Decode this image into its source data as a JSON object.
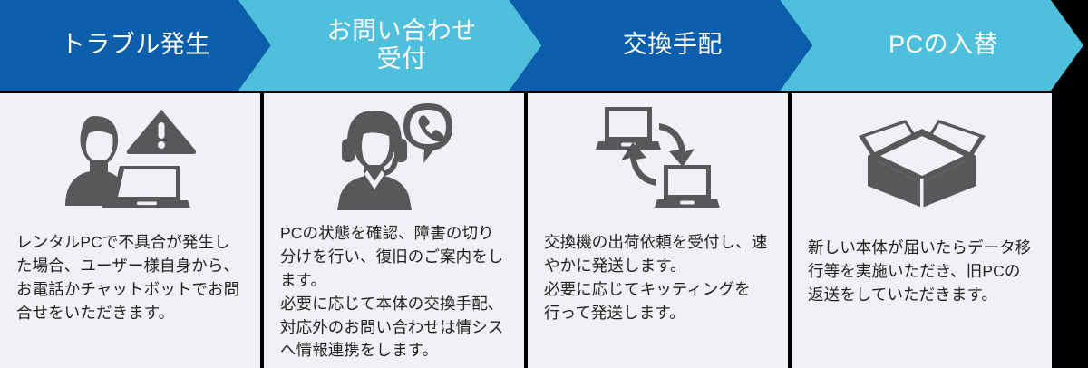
{
  "diagram": {
    "title_flow": "PC trouble replacement flow",
    "background_color": "#000000",
    "panel_background": "#f1f0f4",
    "icon_color": "#58585b",
    "text_color": "#231f20",
    "steps": [
      {
        "step_number": 1,
        "header_label": "トラブル発生",
        "header_color": "#0b5eab",
        "header_text_color": "#ffffff",
        "icon": "person-at-laptop-warning-icon",
        "body_text": "レンタルPCで不具合が発生し\nた場合、ユーザー様自身から、\nお電話かチャットボットでお問\n合せをいただきます。"
      },
      {
        "step_number": 2,
        "header_label": "お問い合わせ\n受付",
        "header_color": "#4ec0dd",
        "header_text_color": "#ffffff",
        "icon": "headset-operator-phone-icon",
        "body_text": "PCの状態を確認、障害の切り\n分けを行い、復旧のご案内をし\nます。\n必要に応じて本体の交換手配、\n対応外のお問い合わせは情シス\nへ情報連携をします。"
      },
      {
        "step_number": 3,
        "header_label": "交換手配",
        "header_color": "#0b5eab",
        "header_text_color": "#ffffff",
        "icon": "laptop-exchange-arrows-icon",
        "body_text": "交換機の出荷依頼を受付し、速\nやかに発送します。\n必要に応じてキッティングを\n行って発送します。"
      },
      {
        "step_number": 4,
        "header_label": "PCの入替",
        "header_color": "#4ec0dd",
        "header_text_color": "#ffffff",
        "icon": "open-cardboard-box-icon",
        "body_text": "新しい本体が届いたらデータ移\n行等を実施いただき、旧PCの\n返送をしていただきます。"
      }
    ]
  }
}
